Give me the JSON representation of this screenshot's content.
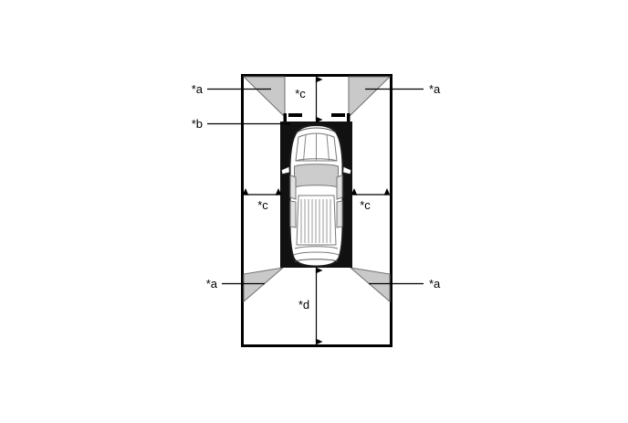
{
  "figure": {
    "title": "Clearance sonar detection range diagram",
    "description": "Top view of a vehicle inside a rectangular detection boundary with four gray corner detection zones and dimension callouts",
    "colors": {
      "outline": "#000000",
      "detection_zone_fill": "#c9c9c9",
      "detection_zone_stroke": "#6e6e6e",
      "vehicle_band": "#111111",
      "vehicle_body": "#ffffff",
      "vehicle_glass": "#cccccc",
      "background": "#ffffff",
      "leader_line": "#000000"
    }
  },
  "labels": {
    "top_left_a": "*a",
    "top_right_a": "*a",
    "left_b": "*b",
    "bottom_left_a": "*a",
    "bottom_right_a": "*a",
    "front_gap_c": "*c",
    "left_side_c": "*c",
    "right_side_c": "*c",
    "rear_gap_d": "*d"
  },
  "dimensions": {
    "front_clearance": {
      "id": "*c",
      "orientation": "vertical",
      "location": "front of vehicle"
    },
    "left_clearance": {
      "id": "*c",
      "orientation": "horizontal",
      "location": "left side of vehicle"
    },
    "right_clearance": {
      "id": "*c",
      "orientation": "horizontal",
      "location": "right side of vehicle"
    },
    "rear_clearance": {
      "id": "*d",
      "orientation": "vertical",
      "location": "rear of vehicle"
    }
  },
  "callouts": [
    {
      "name": "corner-zone-front-left",
      "label": "*a",
      "side": "left",
      "position": "top"
    },
    {
      "name": "corner-zone-front-right",
      "label": "*a",
      "side": "right",
      "position": "top"
    },
    {
      "name": "front-sensor-marker",
      "label": "*b",
      "side": "left",
      "position": "upper-middle"
    },
    {
      "name": "corner-zone-rear-left",
      "label": "*a",
      "side": "left",
      "position": "bottom"
    },
    {
      "name": "corner-zone-rear-right",
      "label": "*a",
      "side": "right",
      "position": "bottom"
    }
  ]
}
